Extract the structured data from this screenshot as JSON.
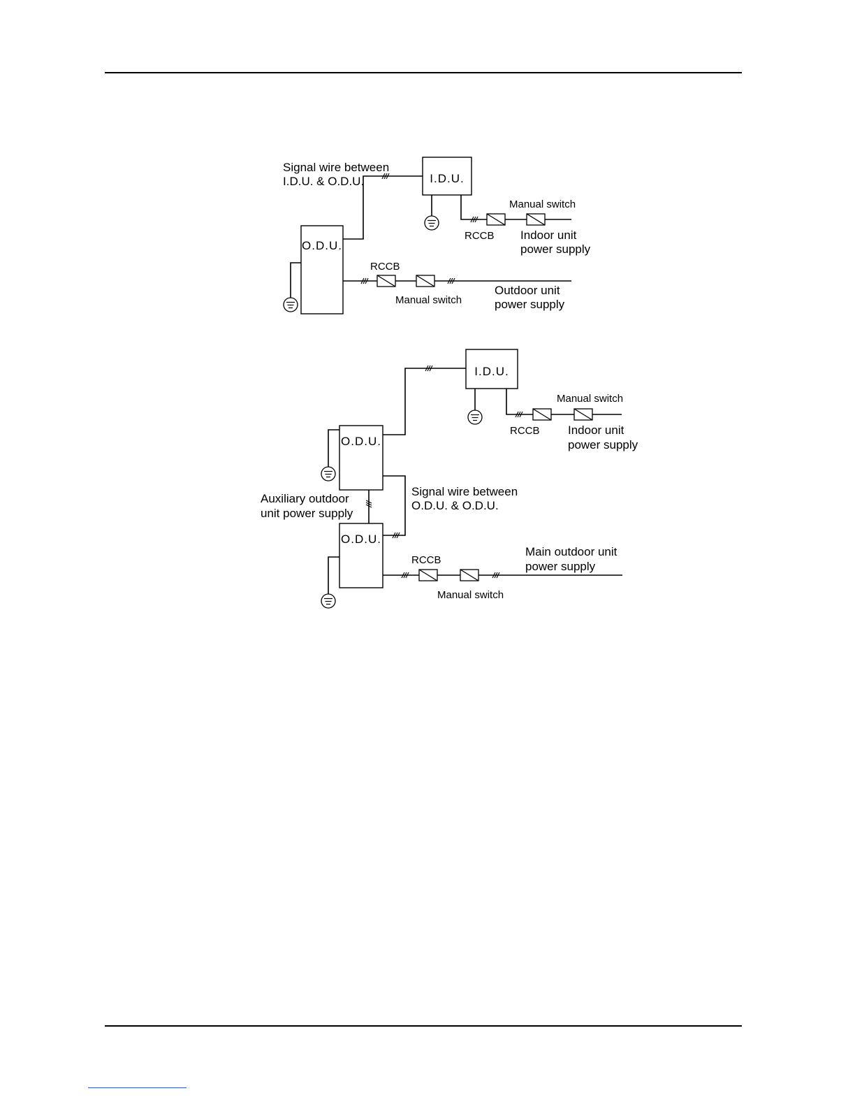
{
  "diagram1": {
    "signal_label_line1": "Signal wire between",
    "signal_label_line2": "I.D.U. & O.D.U.",
    "idu_label": "I.D.U.",
    "odu_label": "O.D.U.",
    "indoor_rccb_label": "RCCB",
    "indoor_manual_switch_label": "Manual switch",
    "indoor_supply_line1": "Indoor unit",
    "indoor_supply_line2": "power supply",
    "outdoor_rccb_label": "RCCB",
    "outdoor_manual_switch_label": "Manual switch",
    "outdoor_supply_line1": "Outdoor unit",
    "outdoor_supply_line2": "power supply"
  },
  "diagram2": {
    "idu_label": "I.D.U.",
    "odu_top_label": "O.D.U.",
    "odu_bottom_label": "O.D.U.",
    "indoor_rccb_label": "RCCB",
    "indoor_manual_switch_label": "Manual switch",
    "indoor_supply_line1": "Indoor unit",
    "indoor_supply_line2": "power supply",
    "aux_supply_line1": "Auxiliary outdoor",
    "aux_supply_line2": "unit power supply",
    "odu_signal_line1": "Signal wire between",
    "odu_signal_line2": "O.D.U. & O.D.U.",
    "main_rccb_label": "RCCB",
    "main_manual_switch_label": "Manual switch",
    "main_supply_line1": "Main outdoor unit",
    "main_supply_line2": "power supply"
  }
}
